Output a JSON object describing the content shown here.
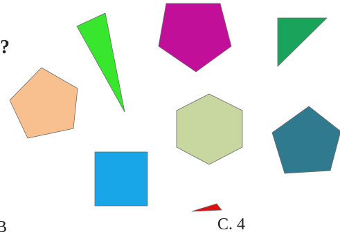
{
  "question": {
    "mark": "?"
  },
  "options": {
    "b_label": "B",
    "c_label": "C. 4"
  },
  "shapes": [
    {
      "name": "green-triangle-shape",
      "kind": "triangle",
      "color": "#39e62e"
    },
    {
      "name": "magenta-pentagon-shape",
      "kind": "pentagon",
      "color": "#c20f9a"
    },
    {
      "name": "dark-green-triangle-shape",
      "kind": "triangle",
      "color": "#1aa35a"
    },
    {
      "name": "peach-pentagon-shape",
      "kind": "pentagon",
      "color": "#f8c08f"
    },
    {
      "name": "sage-hexagon-shape",
      "kind": "hexagon",
      "color": "#c8d79f"
    },
    {
      "name": "teal-pentagon-shape",
      "kind": "pentagon",
      "color": "#2f7a8e"
    },
    {
      "name": "blue-square-shape",
      "kind": "square",
      "color": "#18a6e8"
    },
    {
      "name": "red-sliver-shape",
      "kind": "triangle",
      "color": "#e01010"
    }
  ]
}
